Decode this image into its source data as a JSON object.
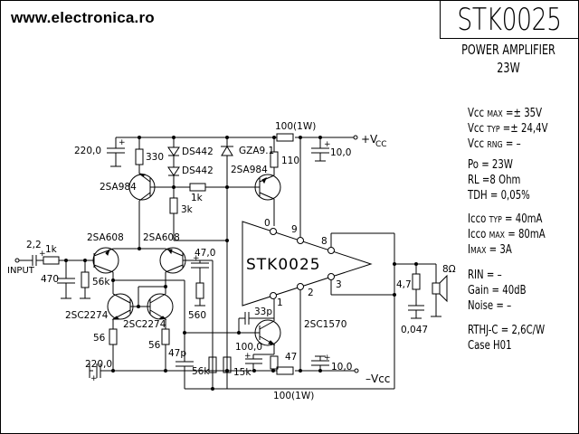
{
  "header": {
    "site": "www.electronica.ro",
    "part_number": "STK0025",
    "description": "POWER AMPLIFIER",
    "power": "23W"
  },
  "specs": {
    "vcc_max": {
      "label": "Vcc",
      "sub": "MAX",
      "value": "=± 35V"
    },
    "vcc_typ": {
      "label": "Vcc",
      "sub": "TYP",
      "value": "=± 24,4V"
    },
    "vcc_rng": {
      "label": "Vcc",
      "sub": "RNG",
      "value": "=   –"
    },
    "po": {
      "label": "Po",
      "value": "= 23W"
    },
    "rl": {
      "label": "RL",
      "value": "=8 Ohm"
    },
    "tdh": {
      "label": "TDH",
      "value": "= 0,05%"
    },
    "icco_typ": {
      "label": "Icco",
      "sub": "TYP",
      "value": "= 40mA"
    },
    "icco_max": {
      "label": "Icco",
      "sub": "MAX",
      "value": "= 80mA"
    },
    "imax": {
      "label": "I",
      "sub": "MAX",
      "value": "=    3A"
    },
    "rin": {
      "label": "RIN",
      "value": "=  –"
    },
    "gain": {
      "label": "Gain",
      "value": "= 40dB"
    },
    "noise": {
      "label": "Noise",
      "value": "=  –"
    },
    "rthjc": {
      "label": "RTHJ-C",
      "value": "= 2,6C/W"
    },
    "case": {
      "label": "Case",
      "value": "H01"
    }
  },
  "schematic": {
    "ic_label": "STK0025",
    "pins": {
      "p0": "0",
      "p9": "9",
      "p8": "8",
      "p3": "3",
      "p2": "2",
      "p1": "1"
    },
    "terminals": {
      "input": "INPUT",
      "vcc_pos": "+V",
      "vcc_pos_sub": "CC",
      "vcc_neg": "–Vcc",
      "speaker": "8Ω"
    },
    "components": {
      "c_220_top": "220,0",
      "r_330": "330",
      "d1": "DS442",
      "d2": "DS442",
      "zener": "GZA9.1",
      "r_100_1w_top": "100(1W)",
      "c_10_top": "10,0",
      "r_110": "110",
      "q_2sa984_left": "2SA984",
      "q_2sa984_right": "2SA984",
      "r_1k_mid": "1k",
      "r_3k": "3k",
      "q_2sa608_left": "2SA608",
      "q_2sa608_right": "2SA608",
      "c_2_2": "2,2",
      "r_1k_in": "1k",
      "c_470": "470",
      "r_56k_in": "56k",
      "c_47_0": "47,0",
      "r_560": "560",
      "q_2sc2274_left": "2SC2274",
      "q_2sc2274_right": "2SC2274",
      "r_56_left": "56",
      "r_56_right": "56",
      "c_220_bottom": "220,0",
      "c_47p": "47p",
      "r_56k_fb": "56k",
      "r_15k": "15k",
      "c_33p": "33p",
      "q_2sc1570": "2SC1570",
      "c_100_0": "100,0",
      "r_47": "47",
      "c_10_bottom": "10,0",
      "r_100_1w_bottom": "100(1W)",
      "r_4_7": "4,7",
      "c_0_047": "0,047"
    }
  }
}
